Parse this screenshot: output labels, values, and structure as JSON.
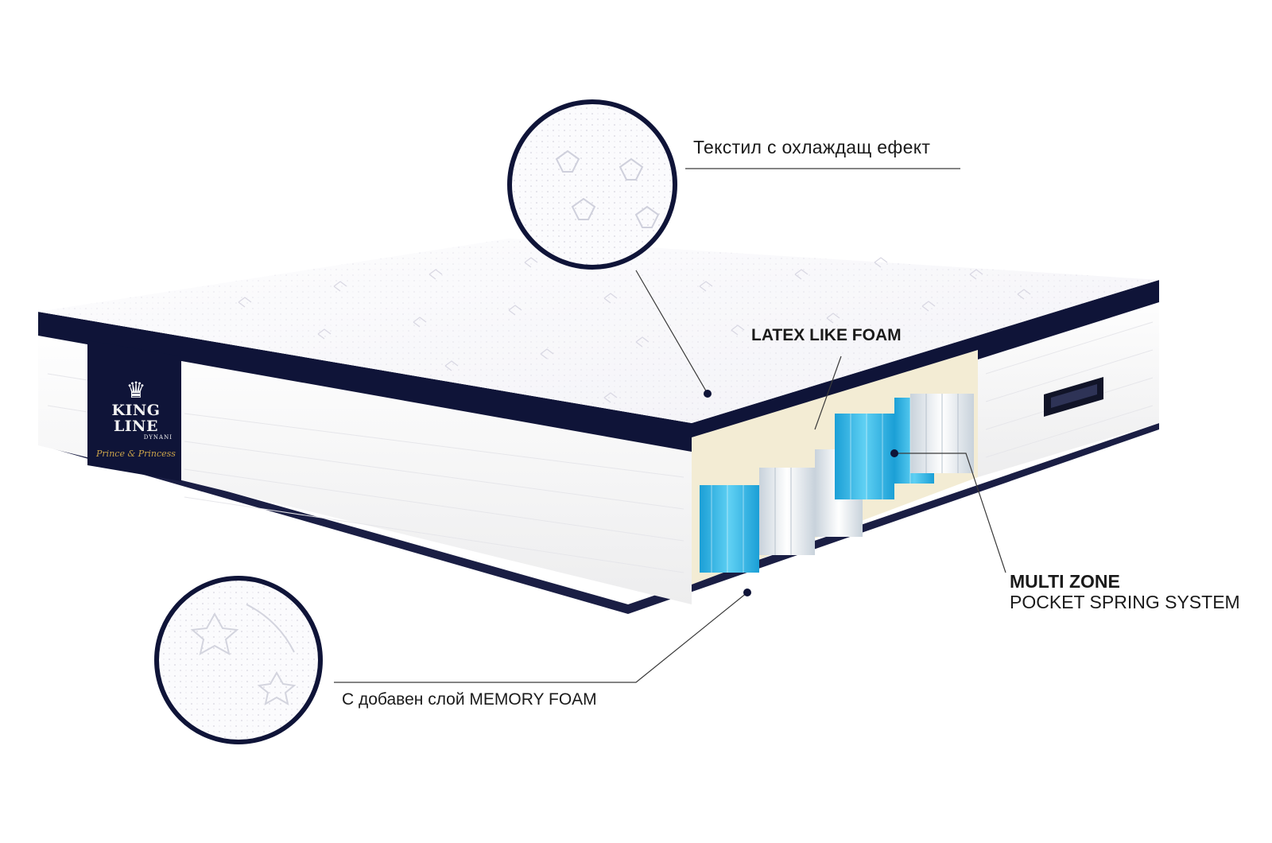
{
  "callouts": {
    "cooling_textile": "Текстил с охлаждащ ефект",
    "latex_foam": "LATEX LIKE FOAM",
    "multizone_title": "MULTI ZONE",
    "multizone_sub": "POCKET SPRING SYSTEM",
    "memory_foam": "С добавен слой MEMORY FOAM"
  },
  "brand": {
    "name": "KING LINE",
    "sub": "DYNANI",
    "tagline": "Prince & Princess"
  },
  "colors": {
    "navy_border": "#0f1438",
    "fabric": "#f6f4f7",
    "spring_blue": "#27b4e4",
    "spring_white": "#e8edf2",
    "foam": "#f3ecd4",
    "gold": "#c9a24a"
  },
  "icons": {
    "crown": "crown-icon",
    "handle": "handle-icon"
  }
}
